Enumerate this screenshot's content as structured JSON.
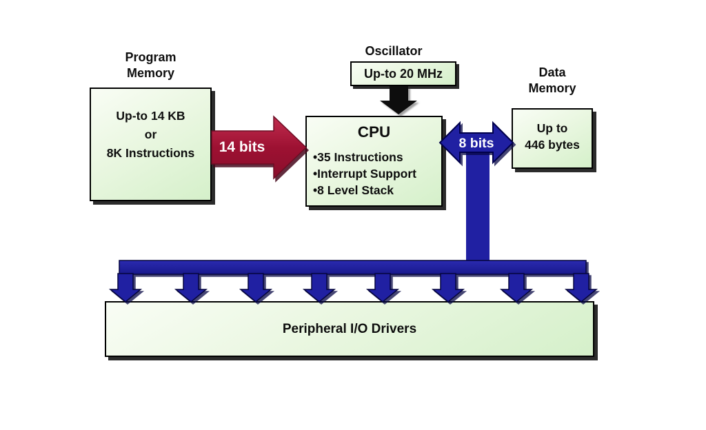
{
  "program_memory": {
    "label": [
      "Program",
      "Memory"
    ],
    "lines": [
      "Up-to 14 KB",
      "or",
      "8K Instructions"
    ]
  },
  "bus_14": {
    "label": "14 bits"
  },
  "oscillator": {
    "label": "Oscillator",
    "value": "Up-to 20 MHz"
  },
  "cpu": {
    "title": "CPU",
    "features": [
      "•35 Instructions",
      "•Interrupt Support",
      "•8 Level Stack"
    ]
  },
  "bus_8": {
    "label": "8 bits"
  },
  "data_memory": {
    "label": [
      "Data",
      "Memory"
    ],
    "lines": [
      "Up to",
      "446 bytes"
    ]
  },
  "peripheral": {
    "label": "Peripheral I/O Drivers"
  },
  "colors": {
    "box_fill_top": "#f9fdf5",
    "box_fill_bottom": "#d5f0ca",
    "bus_blue": "#2020a2",
    "bus_blue_outline": "#04043c",
    "arrow_red": "#a01233",
    "arrow_red_outline": "#5f0b22",
    "oscillator_arrow_black": "#0d0d0d",
    "label_text_white": "#ffffff"
  }
}
